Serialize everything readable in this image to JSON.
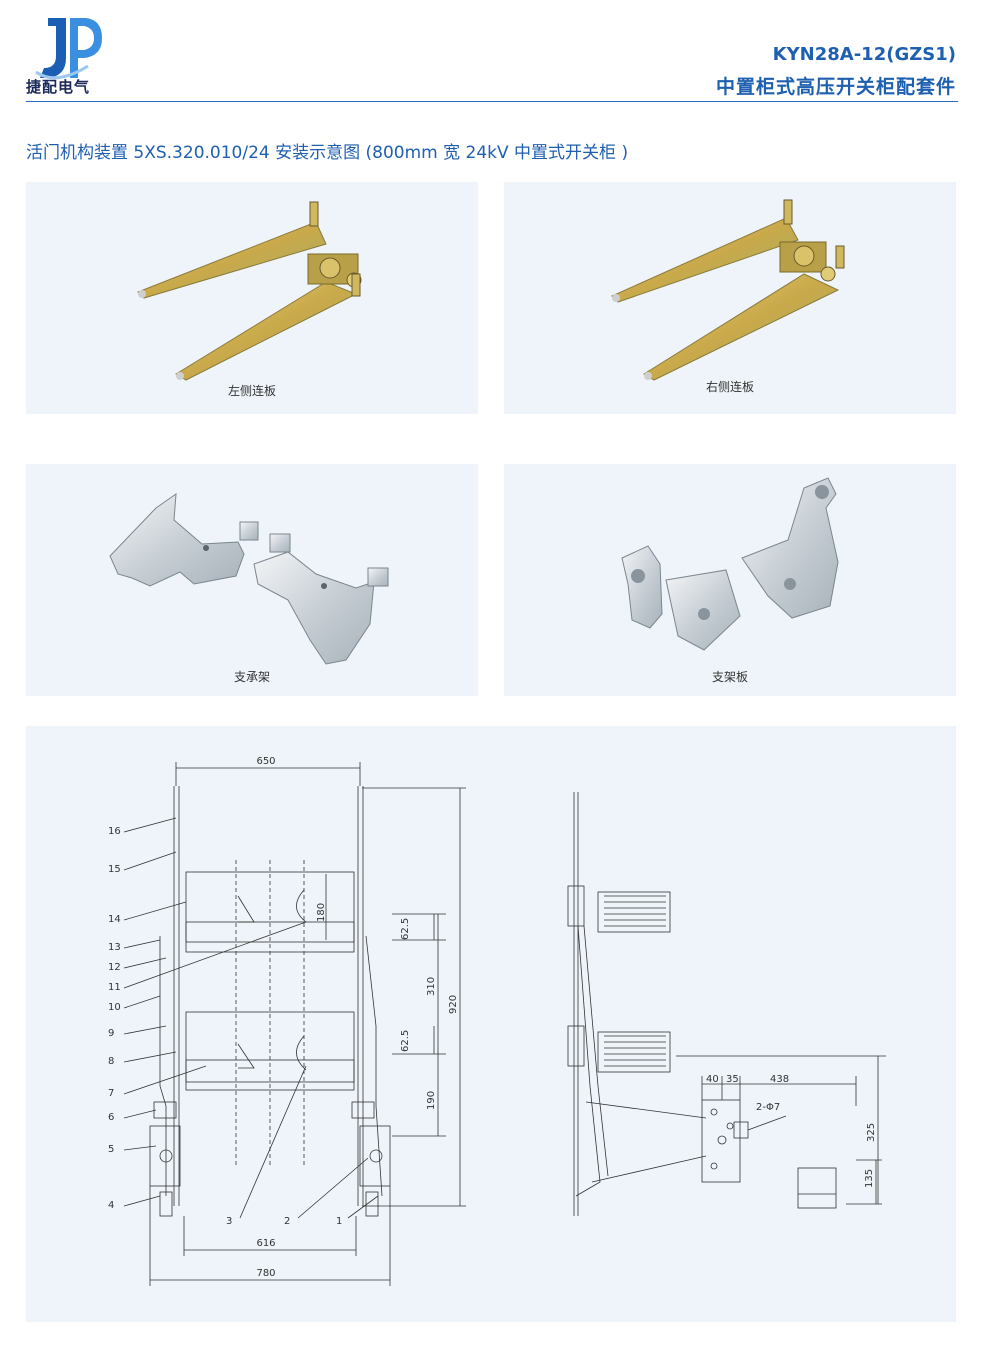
{
  "brand": {
    "name": "捷配电气",
    "logo_letters": "JP"
  },
  "header": {
    "model": "KYN28A-12(GZS1)",
    "subtitle": "中置柜式高压开关柜配套件"
  },
  "page_heading": "活门机构装置 5XS.320.010/24 安装示意图 (800mm 宽 24kV 中置式开关柜 )",
  "panels": [
    {
      "caption": "左侧连板"
    },
    {
      "caption": "右侧连板"
    },
    {
      "caption": "支承架"
    },
    {
      "caption": "支架板"
    }
  ],
  "drawing": {
    "dims": {
      "d650": "650",
      "d616": "616",
      "d780": "780",
      "d180": "180",
      "d62a": "62.5",
      "d62b": "62.5",
      "d310": "310",
      "d920": "920",
      "d190": "190",
      "d40": "40",
      "d35": "35",
      "d438": "438",
      "d325": "325",
      "d135": "135",
      "hole": "2-Φ7"
    },
    "callouts": [
      "16",
      "15",
      "14",
      "13",
      "12",
      "11",
      "10",
      "9",
      "8",
      "7",
      "6",
      "5",
      "4",
      "3",
      "2",
      "1"
    ]
  },
  "colors": {
    "accent": "#1f5fb0",
    "panel_bg": "#eef4fa",
    "line": "#2b6cc4"
  }
}
